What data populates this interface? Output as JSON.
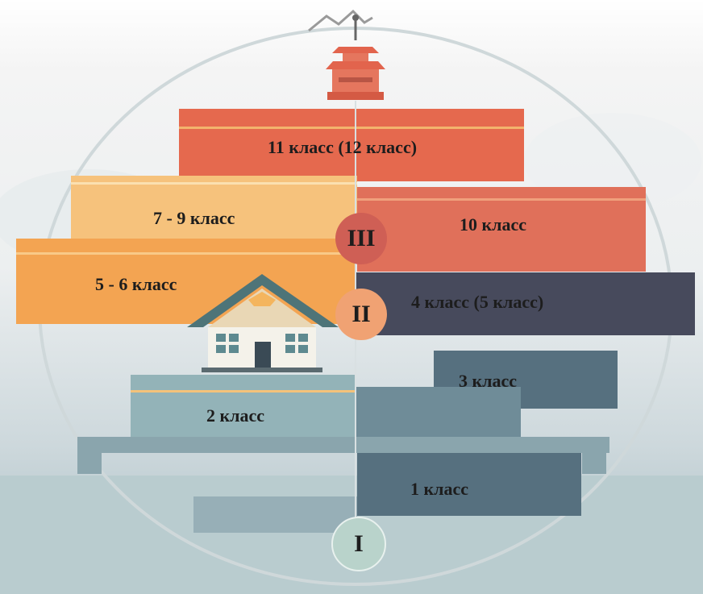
{
  "levels": [
    {
      "id": "I",
      "roman": "I"
    },
    {
      "id": "II",
      "roman": "II"
    },
    {
      "id": "III",
      "roman": "III"
    }
  ],
  "blocks": {
    "grade_11": "11 класс (12 класс)",
    "grade_7_9": "7 - 9 класс",
    "grade_10": "10 класс",
    "grade_5_6": "5 - 6 класс",
    "grade_4": "4 класс (5 класс)",
    "grade_3": "3 класс",
    "grade_2": "2 класс",
    "grade_1": "1 класс"
  },
  "colors": {
    "grade_11": "#e5694e",
    "grade_7_9": "#f6c27c",
    "grade_10": "#e0705a",
    "grade_5_6": "#f3a452",
    "grade_4": "#474a5c",
    "grade_3": "#56707f",
    "grade_2": "#93b3b8",
    "grade_1": "#56707f",
    "circle_I": "#b9d3cb",
    "circle_II": "#f0a273",
    "circle_III": "#cf5f55"
  }
}
